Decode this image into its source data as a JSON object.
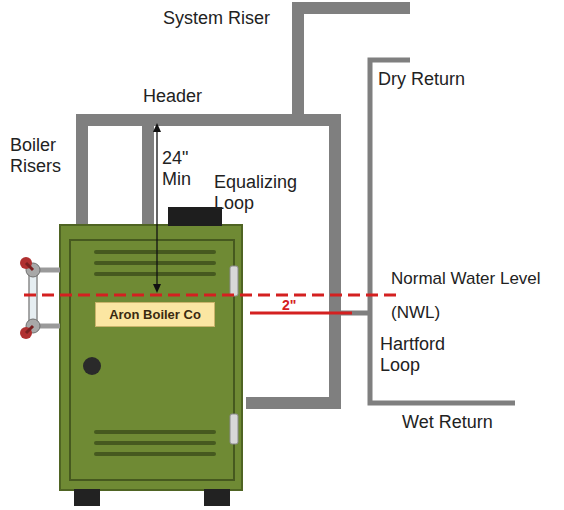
{
  "diagram": {
    "nodes": [
      {
        "text": [
          "Aron Boiler Co"
        ]
      }
    ],
    "labels": [
      "System Riser",
      "Header",
      "Boiler Risers",
      "24\" Min",
      "Equalizing Loop",
      "Dry Return",
      "Normal Water Level (NWL)",
      "2\"",
      "Hartford Loop",
      "Wet Return"
    ]
  }
}
